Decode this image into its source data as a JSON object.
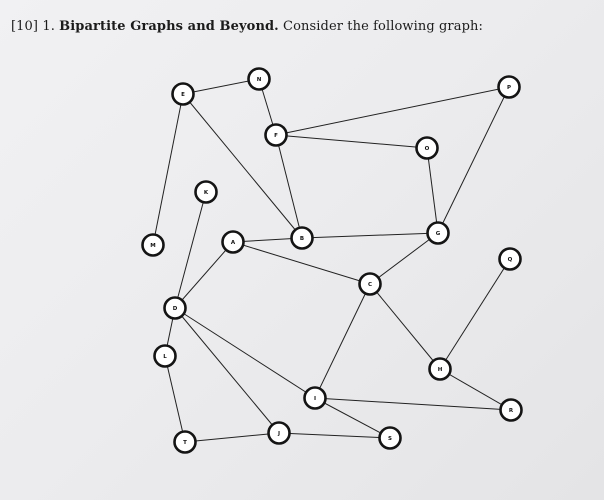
{
  "problem": {
    "points": "[10]",
    "number": "1.",
    "title": "Bipartite Graphs and Beyond.",
    "prompt": "Consider the following graph:"
  },
  "graph": {
    "nodes": [
      {
        "id": "N",
        "label": "N"
      },
      {
        "id": "E",
        "label": "E"
      },
      {
        "id": "P",
        "label": "P"
      },
      {
        "id": "F",
        "label": "F"
      },
      {
        "id": "O",
        "label": "O"
      },
      {
        "id": "K",
        "label": "K"
      },
      {
        "id": "M",
        "label": "M"
      },
      {
        "id": "A",
        "label": "A"
      },
      {
        "id": "B",
        "label": "B"
      },
      {
        "id": "G",
        "label": "G"
      },
      {
        "id": "Q",
        "label": "Q"
      },
      {
        "id": "C",
        "label": "C"
      },
      {
        "id": "D",
        "label": "D"
      },
      {
        "id": "L",
        "label": "L"
      },
      {
        "id": "H",
        "label": "H"
      },
      {
        "id": "I",
        "label": "I"
      },
      {
        "id": "R",
        "label": "R"
      },
      {
        "id": "J",
        "label": "J"
      },
      {
        "id": "T",
        "label": "T"
      },
      {
        "id": "S",
        "label": "S"
      }
    ],
    "edges": [
      [
        "E",
        "N"
      ],
      [
        "E",
        "M"
      ],
      [
        "E",
        "B"
      ],
      [
        "N",
        "F"
      ],
      [
        "F",
        "B"
      ],
      [
        "F",
        "P"
      ],
      [
        "F",
        "O"
      ],
      [
        "O",
        "G"
      ],
      [
        "P",
        "G"
      ],
      [
        "B",
        "G"
      ],
      [
        "A",
        "B"
      ],
      [
        "A",
        "C"
      ],
      [
        "A",
        "D"
      ],
      [
        "K",
        "D"
      ],
      [
        "G",
        "C"
      ],
      [
        "C",
        "I"
      ],
      [
        "C",
        "H"
      ],
      [
        "Q",
        "H"
      ],
      [
        "H",
        "R"
      ],
      [
        "I",
        "R"
      ],
      [
        "I",
        "S"
      ],
      [
        "D",
        "I"
      ],
      [
        "D",
        "J"
      ],
      [
        "D",
        "L"
      ],
      [
        "L",
        "T"
      ],
      [
        "T",
        "J"
      ],
      [
        "J",
        "S"
      ]
    ]
  }
}
